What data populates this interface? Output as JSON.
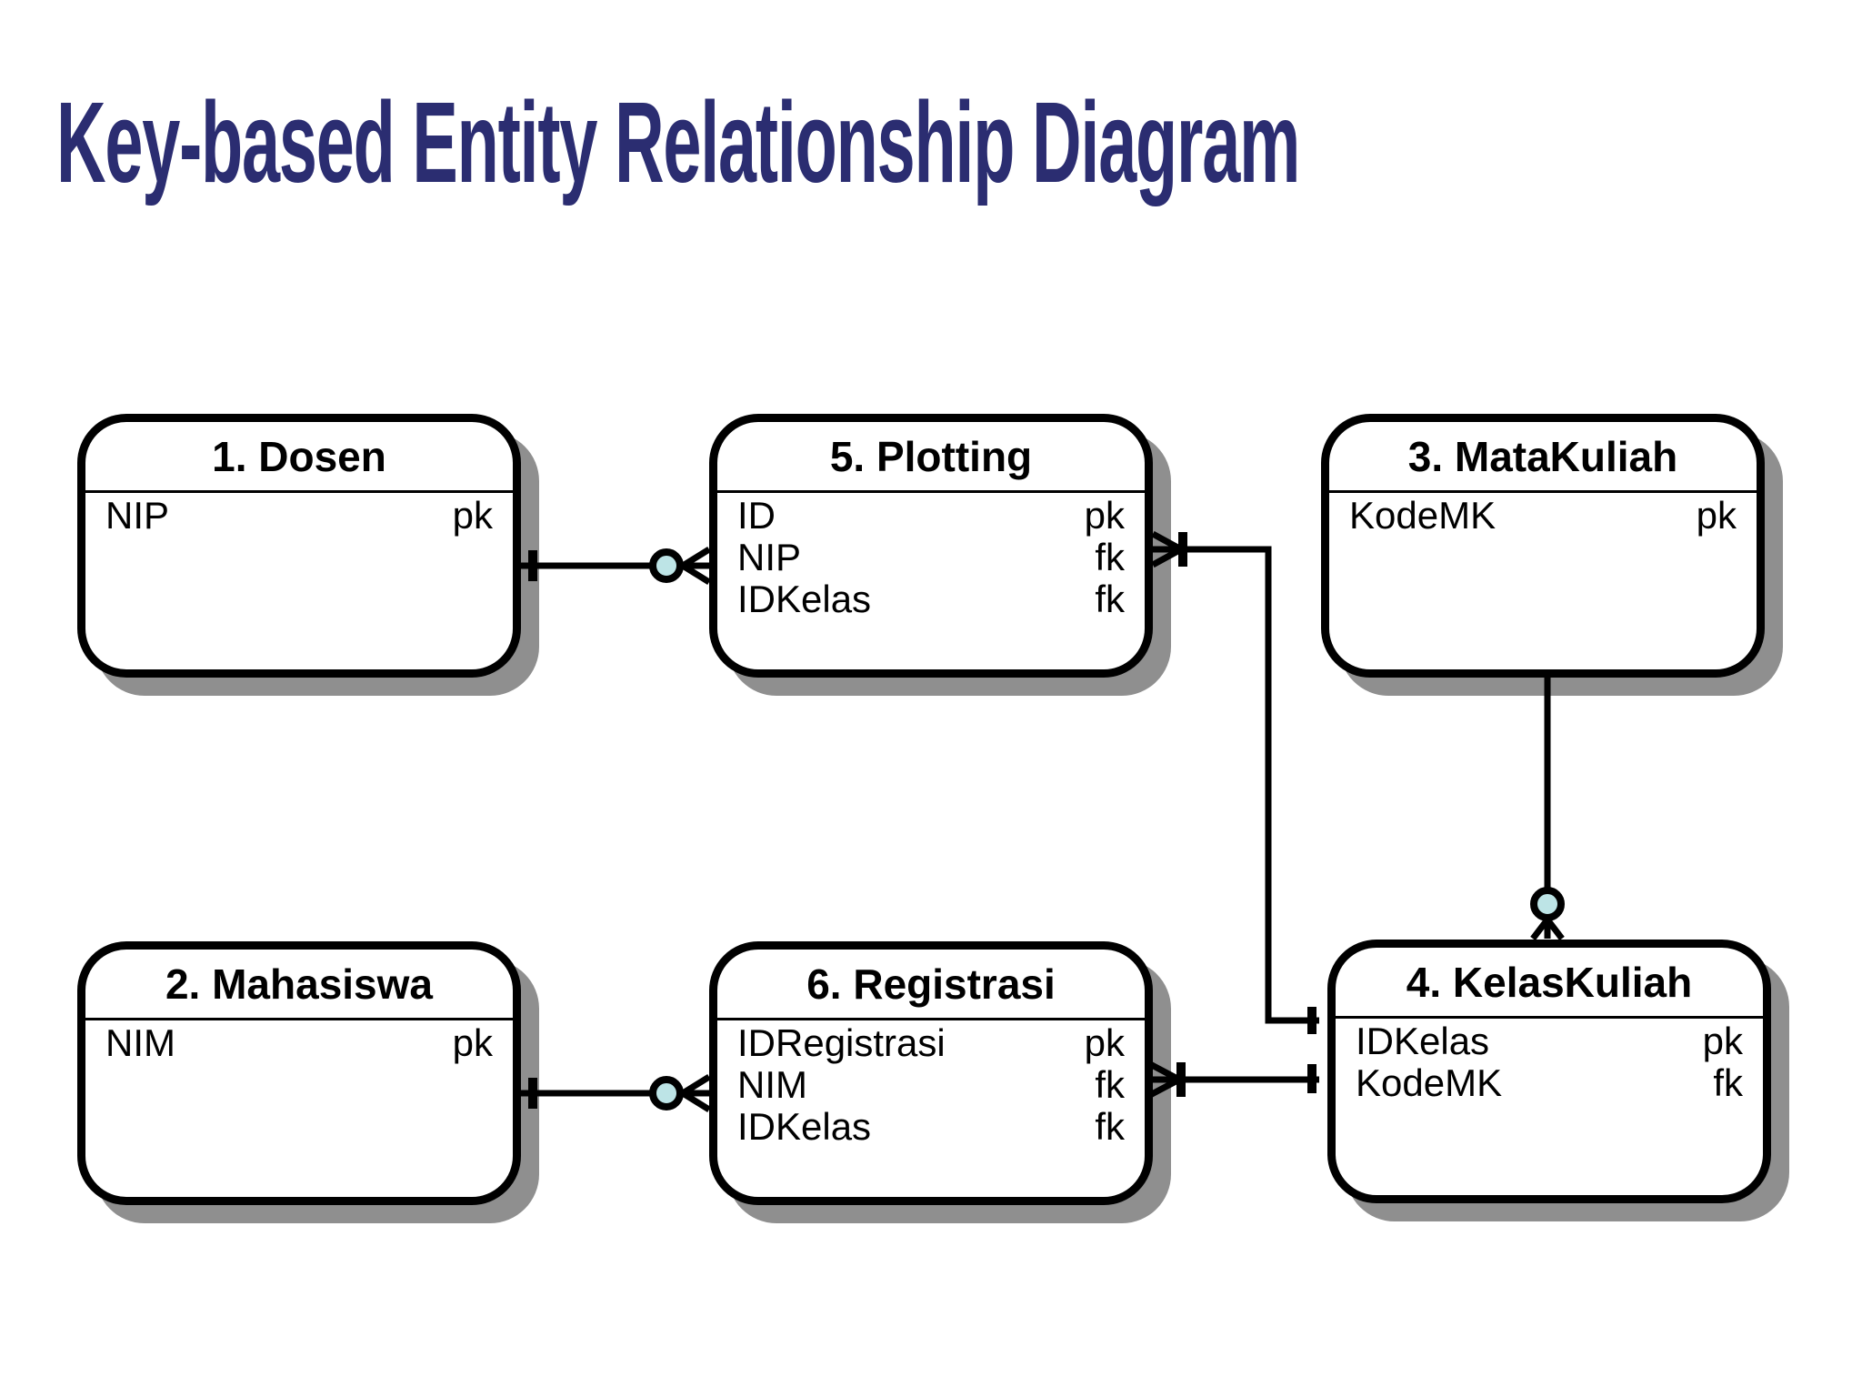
{
  "title": "Key-based Entity Relationship Diagram",
  "colors": {
    "title_text": "#2b2d71",
    "entity_border": "#000000",
    "entity_fill": "#ffffff",
    "shadow": "#8f8f8f",
    "cardinality_circle_fill": "#bde4e6"
  },
  "entities": {
    "dosen": {
      "label": "1. Dosen",
      "attrs": [
        {
          "n": "NIP",
          "k": "pk"
        }
      ]
    },
    "mahasiswa": {
      "label": "2. Mahasiswa",
      "attrs": [
        {
          "n": "NIM",
          "k": "pk"
        }
      ]
    },
    "matakuliah": {
      "label": "3. MataKuliah",
      "attrs": [
        {
          "n": "KodeMK",
          "k": "pk"
        }
      ]
    },
    "kelaskuliah": {
      "label": "4. KelasKuliah",
      "attrs": [
        {
          "n": "IDKelas",
          "k": "pk"
        },
        {
          "n": "KodeMK",
          "k": "fk"
        }
      ]
    },
    "plotting": {
      "label": "5. Plotting",
      "attrs": [
        {
          "n": "ID",
          "k": "pk"
        },
        {
          "n": "NIP",
          "k": "fk"
        },
        {
          "n": "IDKelas",
          "k": "fk"
        }
      ]
    },
    "registrasi": {
      "label": "6. Registrasi",
      "attrs": [
        {
          "n": "IDRegistrasi",
          "k": "pk"
        },
        {
          "n": "NIM",
          "k": "fk"
        },
        {
          "n": "IDKelas",
          "k": "fk"
        }
      ]
    }
  },
  "relationships": [
    {
      "from": "Dosen",
      "to": "Plotting",
      "from_end": "one",
      "to_end": "zero-or-many"
    },
    {
      "from": "Mahasiswa",
      "to": "Registrasi",
      "from_end": "one",
      "to_end": "zero-or-many"
    },
    {
      "from": "Plotting",
      "to": "KelasKuliah",
      "from_end": "one-or-many",
      "to_end": "one"
    },
    {
      "from": "Registrasi",
      "to": "KelasKuliah",
      "from_end": "one-or-many",
      "to_end": "one"
    },
    {
      "from": "MataKuliah",
      "to": "KelasKuliah",
      "from_end": "plain",
      "to_end": "zero-or-many"
    }
  ]
}
